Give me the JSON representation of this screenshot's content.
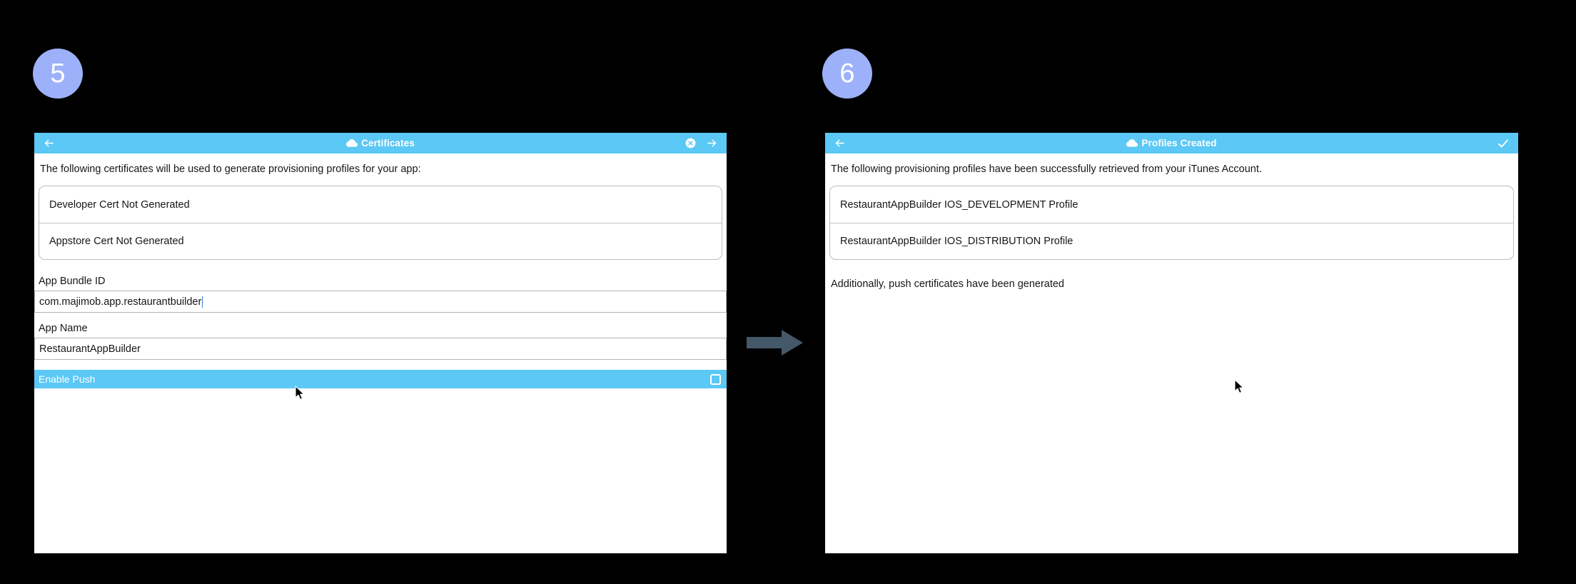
{
  "steps": [
    {
      "number": "5"
    },
    {
      "number": "6"
    }
  ],
  "colors": {
    "badge": "#9DB1FA",
    "header_blue": "#5BC8F5",
    "arrow": "#44586A",
    "background": "#000000",
    "panel": "#FFFFFF",
    "text": "#161616"
  },
  "panels": [
    {
      "id": "certificates",
      "titlebar": {
        "back_icon": "arrow-left-icon",
        "cloud_icon": "cloud-icon",
        "title": "Certificates",
        "right_icons": [
          "circle-x-icon",
          "arrow-right-icon"
        ]
      },
      "intro": "The following certificates will be used to generate provisioning profiles for your app:",
      "list": [
        "Developer Cert Not Generated",
        "Appstore Cert Not Generated"
      ],
      "fields": [
        {
          "label": "App Bundle ID",
          "value": "com.majimob.app.restaurantbuilder",
          "placeholder": "",
          "focused": true
        },
        {
          "label": "App Name",
          "value": "RestaurantAppBuilder",
          "placeholder": "",
          "focused": false
        }
      ],
      "push_toggle": {
        "label": "Enable Push",
        "checked": false,
        "icon": "checkbox-icon"
      }
    },
    {
      "id": "profiles",
      "titlebar": {
        "back_icon": "arrow-left-icon",
        "cloud_icon": "cloud-icon",
        "title": "Profiles Created",
        "right_icons": [
          "check-icon"
        ]
      },
      "intro": "The following provisioning profiles have been successfully retrieved from your iTunes Account.",
      "list": [
        "RestaurantAppBuilder IOS_DEVELOPMENT Profile",
        "RestaurantAppBuilder IOS_DISTRIBUTION Profile"
      ],
      "note": "Additionally, push certificates have been generated"
    }
  ],
  "flow": {
    "arrow_icon": "arrow-right-flow-icon"
  }
}
